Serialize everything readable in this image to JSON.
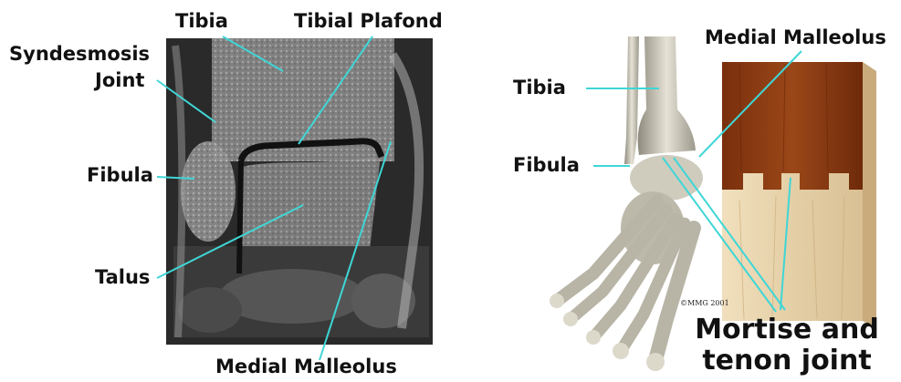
{
  "colors": {
    "leader_line": "#3fd6d6",
    "mri_dark": "#1a1a1a",
    "wood_dark": "#8a3a12",
    "wood_light": "#ead7b3",
    "bone": "#d9d6c8"
  },
  "mri_labels": {
    "tibia": "Tibia",
    "tibial_plafond": "Tibial Plafond",
    "syndesmosis_line1": "Syndesmosis",
    "syndesmosis_line2": "Joint",
    "fibula": "Fibula",
    "talus": "Talus",
    "medial_malleolus": "Medial Malleolus"
  },
  "illustration_labels": {
    "tibia": "Tibia",
    "fibula": "Fibula",
    "medial_malleolus": "Medial Malleolus",
    "joint_line1": "Mortise and",
    "joint_line2": "tenon joint",
    "copyright": "©MMG 2001"
  }
}
